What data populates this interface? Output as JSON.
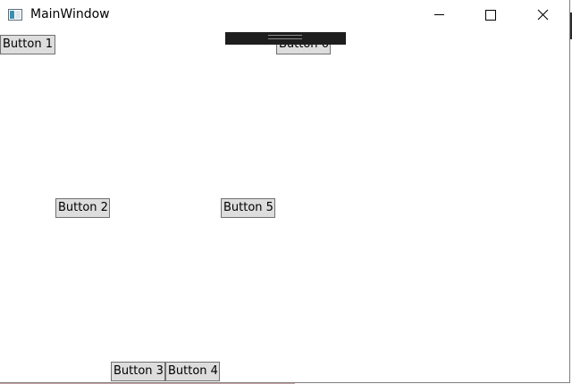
{
  "window": {
    "title": "MainWindow",
    "app_icon": "wpf-window-icon",
    "controls": {
      "minimize_icon": "minimize-icon",
      "maximize_icon": "maximize-icon",
      "close_icon": "close-icon"
    }
  },
  "buttons": {
    "b1": "Button 1",
    "b2": "Button 2",
    "b3": "Button 3",
    "b4": "Button 4",
    "b5": "Button 5",
    "b6": "Button 6"
  },
  "debug_toolbar": {
    "grip_icon": "drag-grip-icon"
  },
  "colors": {
    "button_face": "#dddddd",
    "button_border": "#707070",
    "toolbar": "#1e1e1e",
    "window_background": "#ffffff"
  }
}
